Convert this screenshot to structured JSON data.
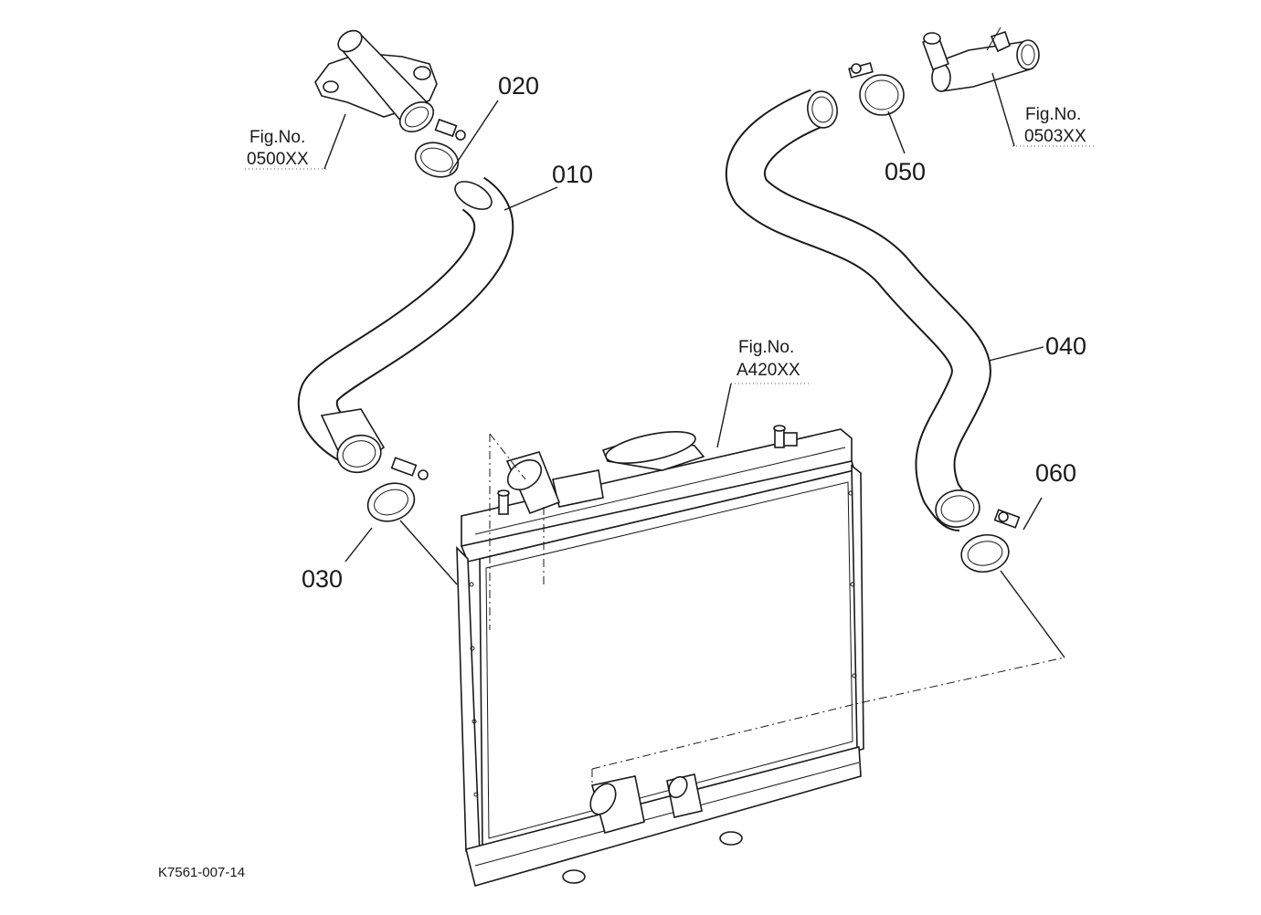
{
  "diagram": {
    "code": "K7561-007-14",
    "callouts": {
      "c010": "010",
      "c020": "020",
      "c030": "030",
      "c040": "040",
      "c050": "050",
      "c060": "060"
    },
    "references": {
      "fig0500": {
        "line1": "Fig.No.",
        "line2": "0500XX"
      },
      "fig0503": {
        "line1": "Fig.No.",
        "line2": "0503XX"
      },
      "figA420": {
        "line1": "Fig.No.",
        "line2": "A420XX"
      }
    }
  }
}
